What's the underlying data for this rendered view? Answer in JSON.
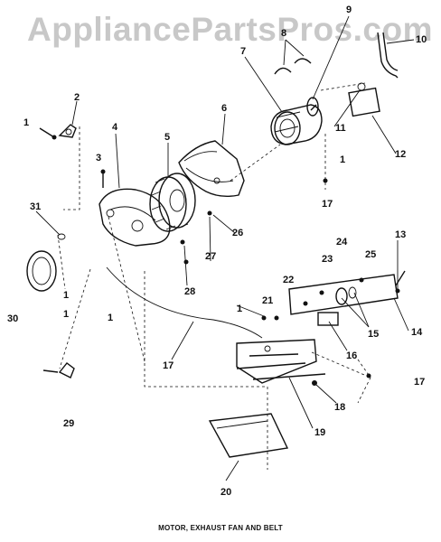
{
  "watermark": "AppliancePartsPros.com",
  "caption": "MOTOR, EXHAUST FAN AND BELT",
  "callouts": [
    "1",
    "2",
    "3",
    "4",
    "5",
    "6",
    "7",
    "8",
    "9",
    "10",
    "11",
    "12",
    "13",
    "14",
    "15",
    "16",
    "17",
    "18",
    "19",
    "20",
    "21",
    "22",
    "23",
    "24",
    "25",
    "26",
    "27",
    "28",
    "29",
    "30",
    "31",
    "1",
    "1",
    "1",
    "1",
    "1",
    "17",
    "17"
  ]
}
